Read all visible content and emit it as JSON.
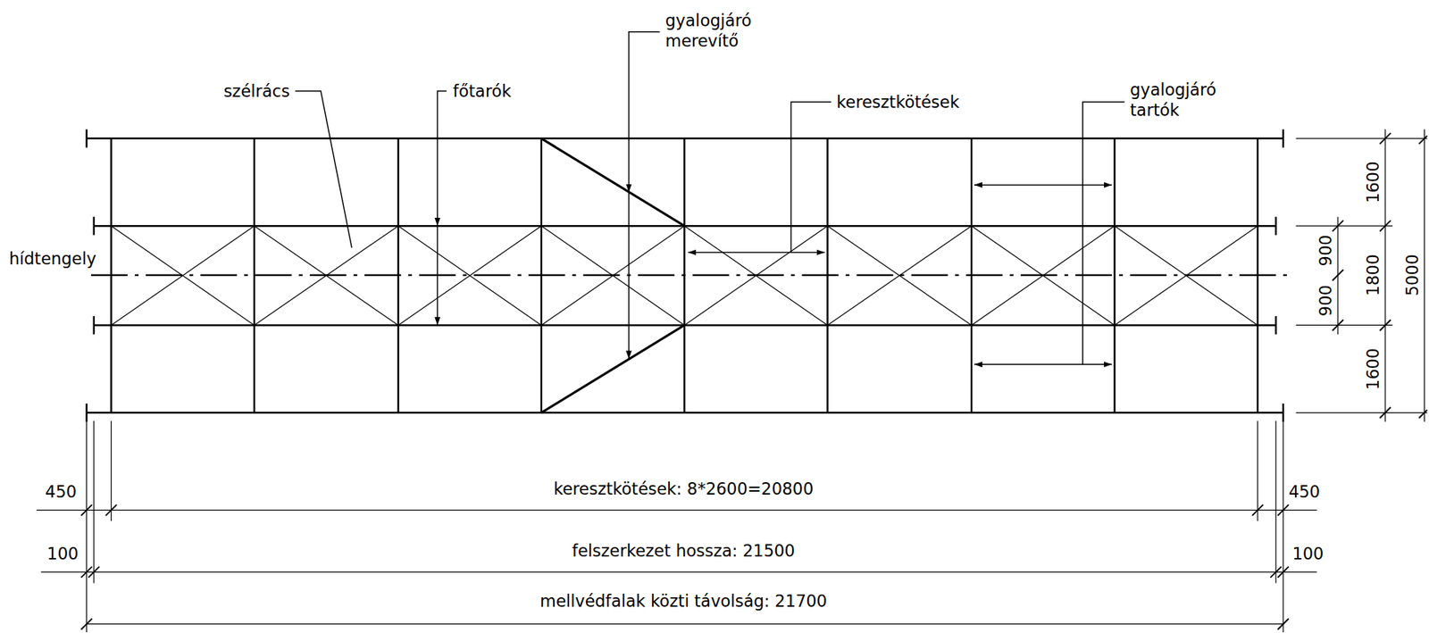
{
  "diagram": {
    "labels": [
      "gyalogjáró merevítő",
      "szélrács",
      "főtarók",
      "keresztkötések",
      "gyalogjáró tartók",
      "hídtengely",
      "1600",
      "900",
      "900",
      "1800",
      "5000",
      "1600",
      "450",
      "keresztkötések: 8*2600=20800",
      "450",
      "100",
      "felszerkezet hossza: 21500",
      "100",
      "mellvédfalak közti távolság: 21700"
    ]
  }
}
